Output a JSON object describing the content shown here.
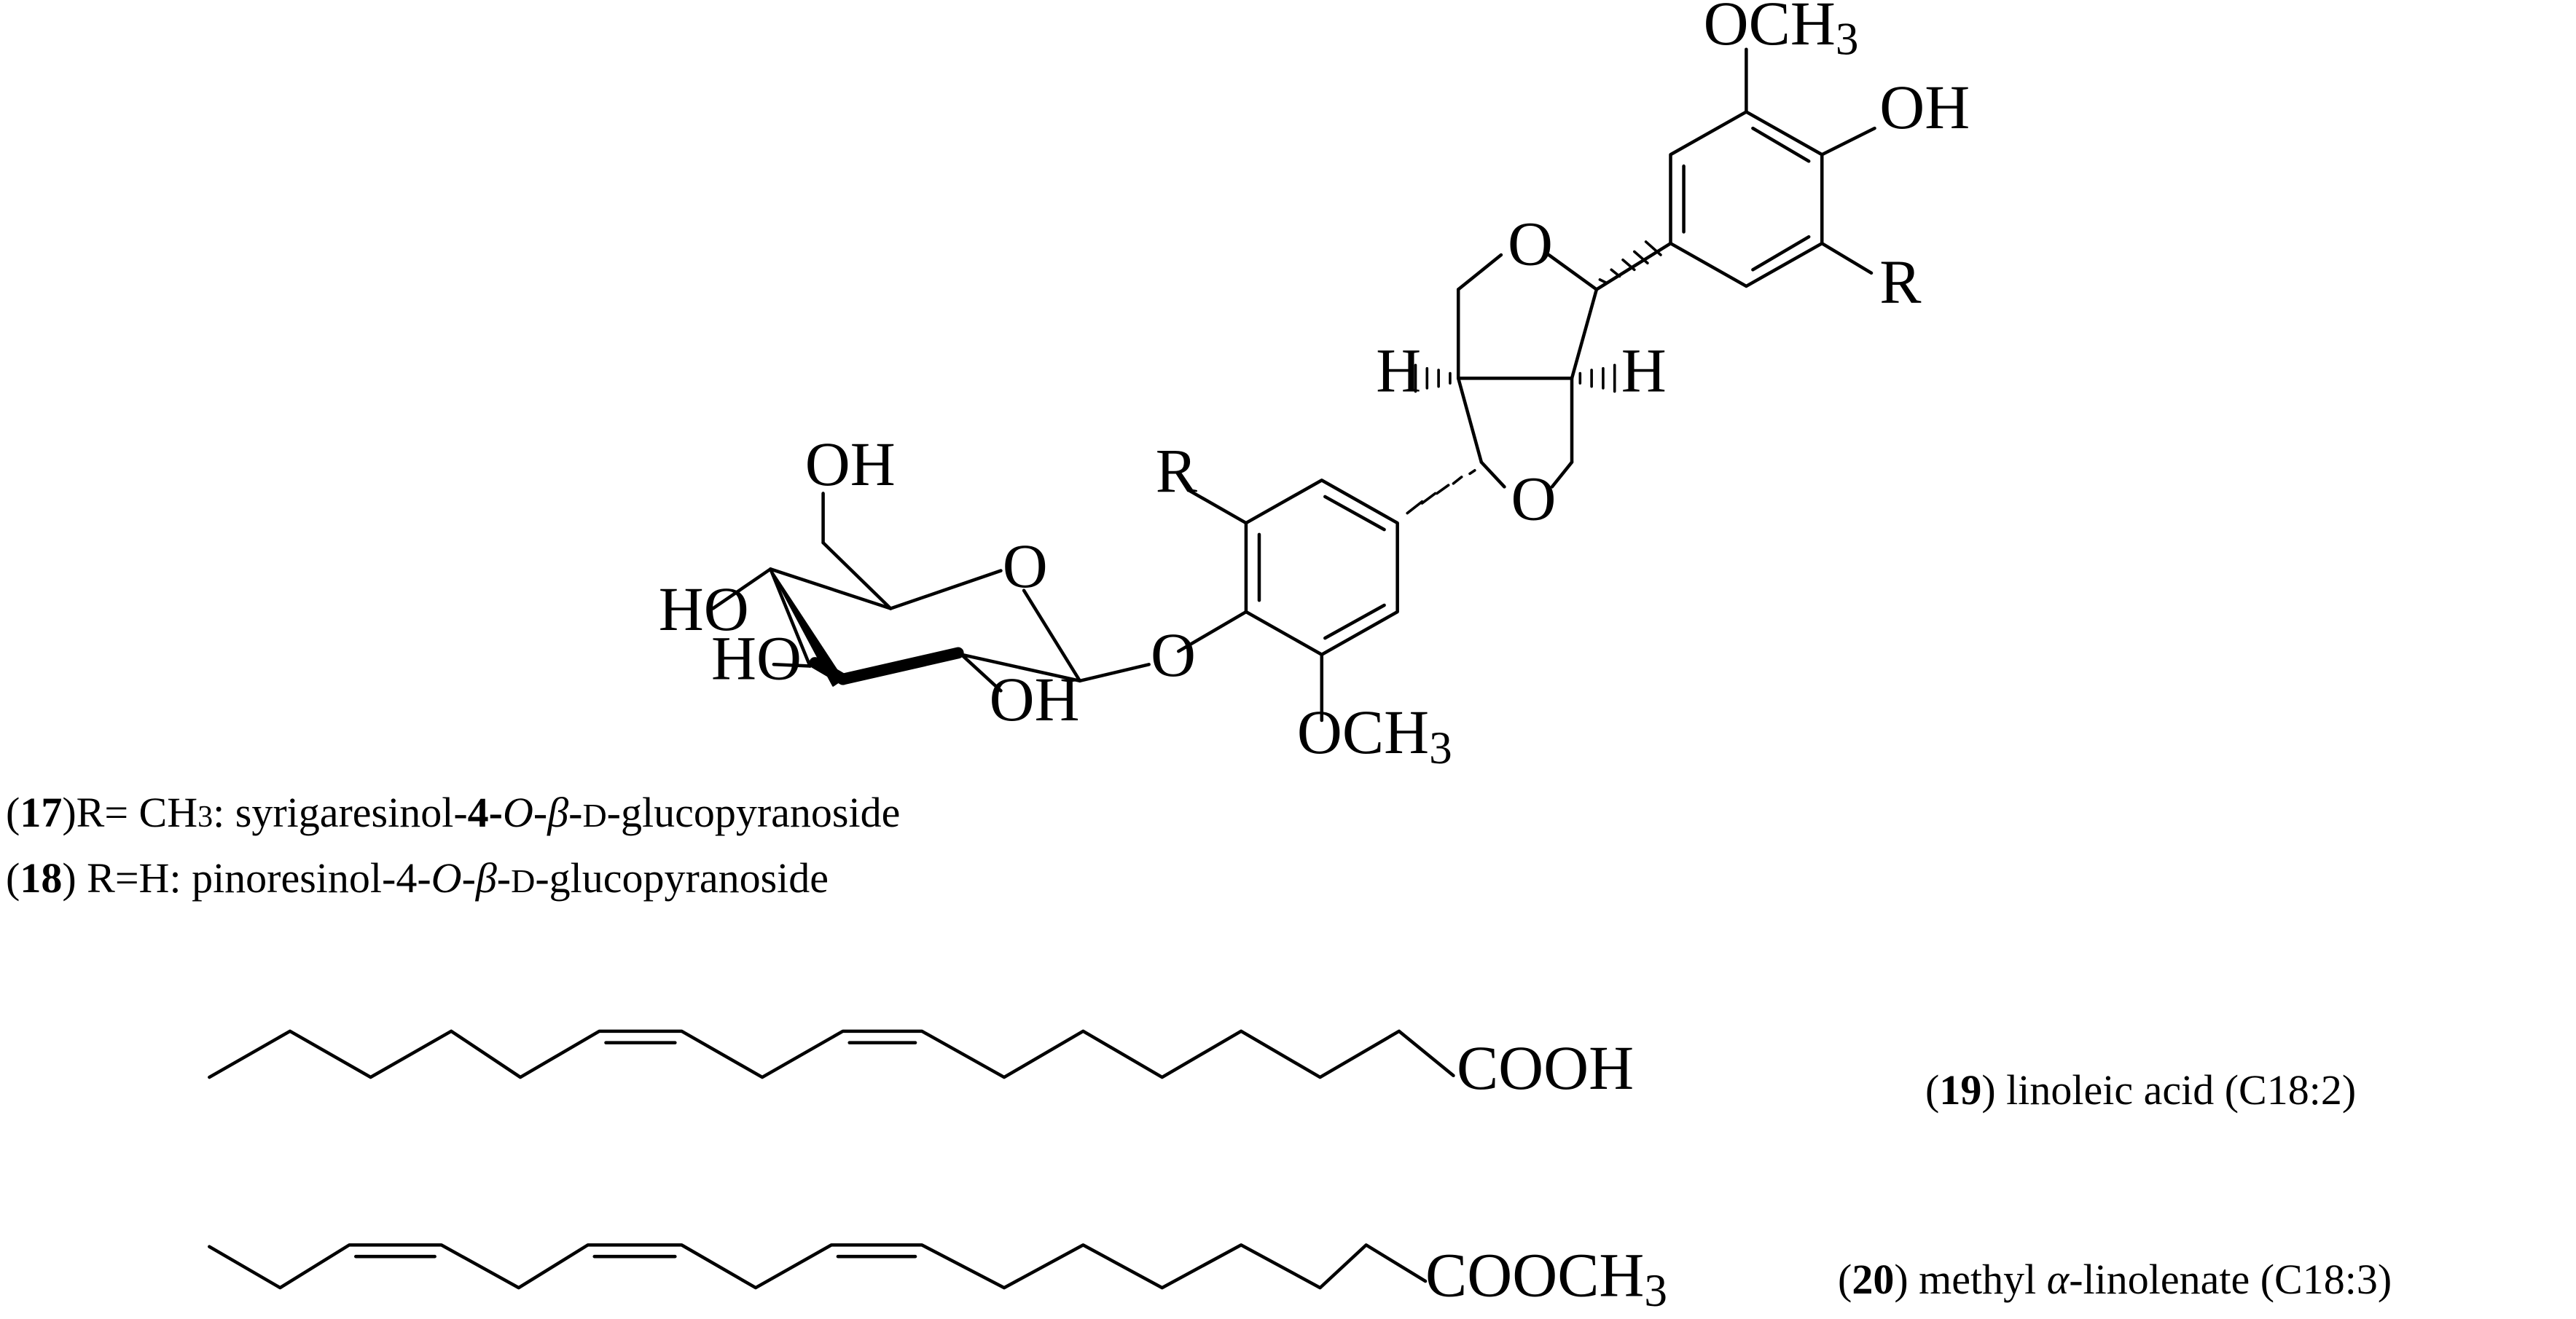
{
  "compounds": {
    "c17": {
      "number": "17",
      "r_label": "R= CH",
      "r_sub": "3",
      "colon": ":",
      "name_pre": "syrigaresinol-",
      "name_pos": "4-",
      "name_o": "O",
      "name_dash1": "-",
      "name_beta": "β",
      "name_dash2": "-",
      "name_d": "D",
      "name_post": "-glucopyranoside"
    },
    "c18": {
      "number": "18",
      "r_label": "R=H:",
      "name_pre": "pinoresinol-4-",
      "name_o": "O",
      "name_dash1": "-",
      "name_beta": "β",
      "name_dash2": "-",
      "name_d": "D",
      "name_post": "-glucopyranoside"
    },
    "c19": {
      "number": "19",
      "name": "linoleic acid (C18:2)"
    },
    "c20": {
      "number": "20",
      "name_pre": "methyl ",
      "name_alpha": "α",
      "name_post": "-linolenate (C18:3)"
    }
  },
  "atoms": {
    "och3_top": "OCH",
    "och3_top_sub": "3",
    "oh_top": "OH",
    "r_right": "R",
    "h_left": "H",
    "h_right": "H",
    "o_ring_top": "O",
    "o_ring_bottom": "O",
    "r_left": "R",
    "o_link": "O",
    "och3_bottom": "OCH",
    "och3_bottom_sub": "3",
    "glc_ch2oh": "OH",
    "glc_o": "O",
    "glc_ho_c4": "HO",
    "glc_ho_c3": "HO",
    "glc_oh_c2": "OH",
    "cooh": "COOH",
    "cooch3": "COOCH",
    "cooch3_sub": "3"
  }
}
